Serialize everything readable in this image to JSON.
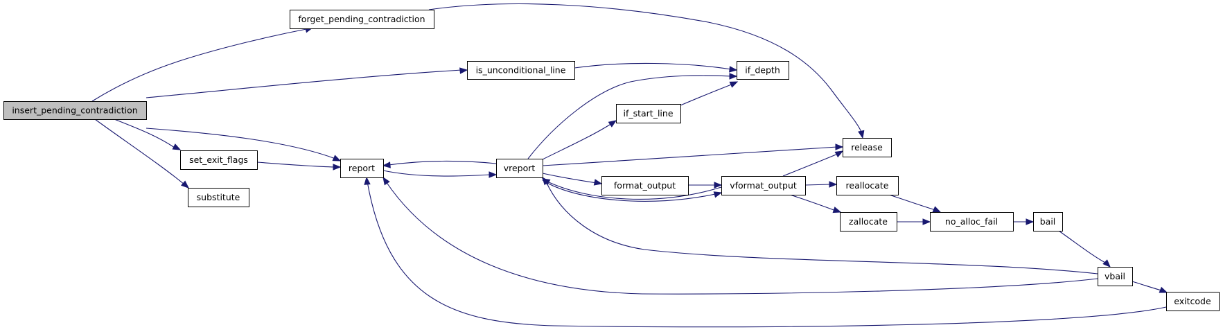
{
  "nodes": [
    {
      "id": "insert_pending_contradiction",
      "label": "insert_pending_contradiction",
      "root": true
    },
    {
      "id": "forget_pending_contradiction",
      "label": "forget_pending_contradiction"
    },
    {
      "id": "is_unconditional_line",
      "label": "is_unconditional_line"
    },
    {
      "id": "if_depth",
      "label": "if_depth"
    },
    {
      "id": "if_start_line",
      "label": "if_start_line"
    },
    {
      "id": "release",
      "label": "release"
    },
    {
      "id": "set_exit_flags",
      "label": "set_exit_flags"
    },
    {
      "id": "report",
      "label": "report"
    },
    {
      "id": "vreport",
      "label": "vreport"
    },
    {
      "id": "substitute",
      "label": "substitute"
    },
    {
      "id": "format_output",
      "label": "format_output"
    },
    {
      "id": "vformat_output",
      "label": "vformat_output"
    },
    {
      "id": "reallocate",
      "label": "reallocate"
    },
    {
      "id": "zallocate",
      "label": "zallocate"
    },
    {
      "id": "no_alloc_fail",
      "label": "no_alloc_fail"
    },
    {
      "id": "bail",
      "label": "bail"
    },
    {
      "id": "vbail",
      "label": "vbail"
    },
    {
      "id": "exitcode",
      "label": "exitcode"
    }
  ],
  "edges": [
    {
      "from": "insert_pending_contradiction",
      "to": "forget_pending_contradiction"
    },
    {
      "from": "insert_pending_contradiction",
      "to": "is_unconditional_line"
    },
    {
      "from": "insert_pending_contradiction",
      "to": "report"
    },
    {
      "from": "insert_pending_contradiction",
      "to": "set_exit_flags"
    },
    {
      "from": "insert_pending_contradiction",
      "to": "substitute"
    },
    {
      "from": "forget_pending_contradiction",
      "to": "release"
    },
    {
      "from": "is_unconditional_line",
      "to": "if_depth"
    },
    {
      "from": "set_exit_flags",
      "to": "report"
    },
    {
      "from": "report",
      "to": "vreport"
    },
    {
      "from": "vreport",
      "to": "report"
    },
    {
      "from": "vreport",
      "to": "if_depth"
    },
    {
      "from": "vreport",
      "to": "if_start_line"
    },
    {
      "from": "vreport",
      "to": "release"
    },
    {
      "from": "vreport",
      "to": "format_output"
    },
    {
      "from": "vreport",
      "to": "vformat_output"
    },
    {
      "from": "if_start_line",
      "to": "if_depth"
    },
    {
      "from": "format_output",
      "to": "vformat_output"
    },
    {
      "from": "vformat_output",
      "to": "vreport"
    },
    {
      "from": "vformat_output",
      "to": "release"
    },
    {
      "from": "vformat_output",
      "to": "reallocate"
    },
    {
      "from": "vformat_output",
      "to": "zallocate"
    },
    {
      "from": "reallocate",
      "to": "no_alloc_fail"
    },
    {
      "from": "zallocate",
      "to": "no_alloc_fail"
    },
    {
      "from": "no_alloc_fail",
      "to": "bail"
    },
    {
      "from": "bail",
      "to": "vbail"
    },
    {
      "from": "vbail",
      "to": "vreport"
    },
    {
      "from": "vbail",
      "to": "report"
    },
    {
      "from": "vbail",
      "to": "exitcode"
    },
    {
      "from": "exitcode",
      "to": "report"
    }
  ]
}
